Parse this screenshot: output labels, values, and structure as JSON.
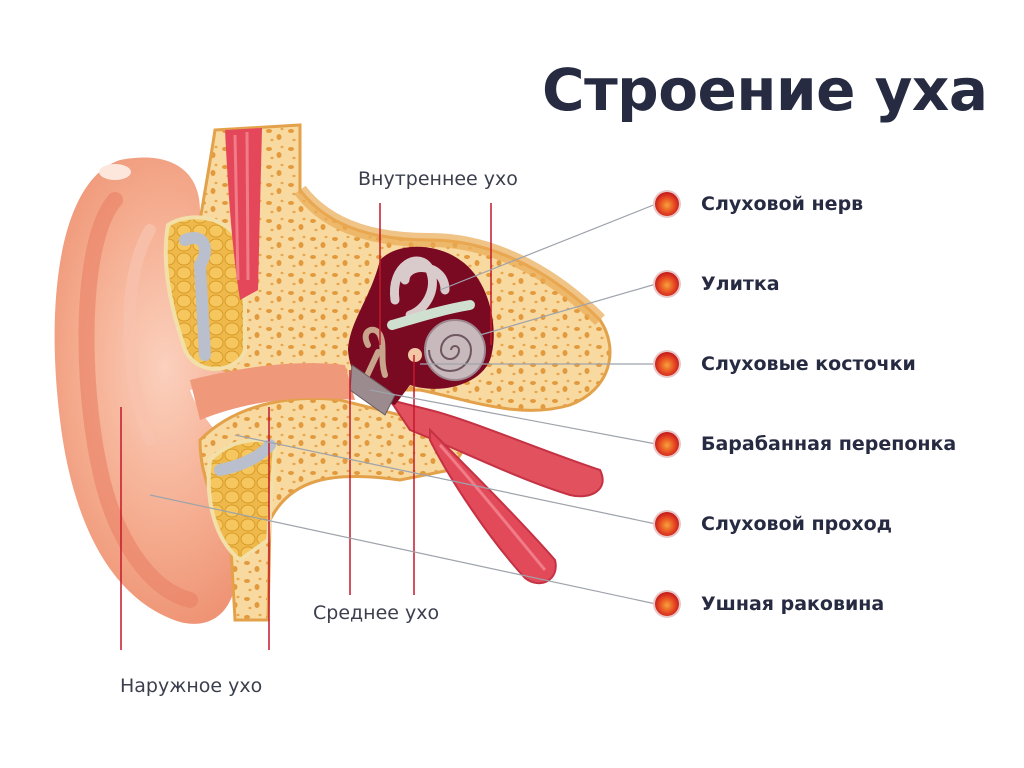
{
  "title": "Строение уха",
  "sections": {
    "inner_ear": "Внутреннее ухо",
    "middle_ear": "Среднее ухо",
    "outer_ear": "Наружное ухо"
  },
  "labels": [
    {
      "text": "Слуховой нерв"
    },
    {
      "text": "Улитка"
    },
    {
      "text": "Слуховые косточки"
    },
    {
      "text": "Барабанная перепонка"
    },
    {
      "text": "Слуховой проход"
    },
    {
      "text": "Ушная раковина"
    }
  ],
  "colors": {
    "title": "#262b42",
    "marker": "#d8261f",
    "bracket_line": "#c4182d",
    "leader_line": "#9ea3ab",
    "skin": "#f2a184",
    "bone": "#f6d08c",
    "muscle": "#e24a5a",
    "inner_cavity": "#7a0a22"
  }
}
